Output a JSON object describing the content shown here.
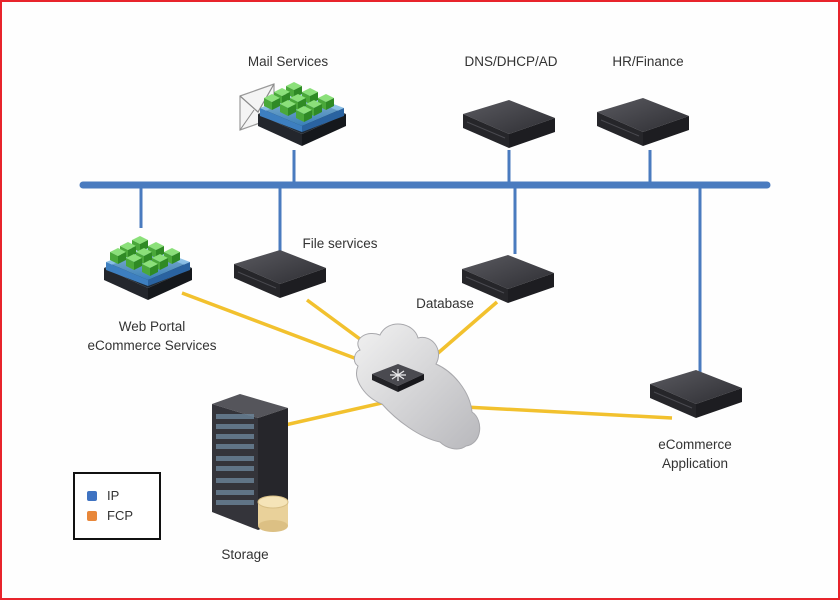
{
  "colors": {
    "frame": "#e8242c",
    "ip_link": "#4a7bbf",
    "fcp_link": "#f2c12e",
    "server": "#3a3a3e",
    "legend_ip": "#3f73c2",
    "legend_fcp": "#e8873a"
  },
  "nodes": {
    "mail": {
      "label": "Mail Services",
      "icon": "virtualized-mail-server-icon"
    },
    "dns": {
      "label": "DNS/DHCP/AD",
      "icon": "server-icon"
    },
    "hr": {
      "label": "HR/Finance",
      "icon": "server-icon"
    },
    "web": {
      "label_line1": "Web Portal",
      "label_line2": "eCommerce Services",
      "icon": "virtualized-server-icon"
    },
    "file": {
      "label": "File services",
      "icon": "server-icon"
    },
    "database": {
      "label": "Database",
      "icon": "server-icon"
    },
    "san": {
      "label": "",
      "icon": "cloud-switch-icon"
    },
    "storage": {
      "label": "Storage",
      "icon": "storage-rack-icon"
    },
    "ecommerce": {
      "label_line1": "eCommerce",
      "label_line2": "Application",
      "icon": "server-icon"
    }
  },
  "links": {
    "ip": [
      "mail",
      "dns",
      "hr",
      "web",
      "file",
      "database",
      "ecommerce"
    ],
    "fcp": [
      [
        "web",
        "san"
      ],
      [
        "file",
        "san"
      ],
      [
        "database",
        "san"
      ],
      [
        "storage",
        "san"
      ],
      [
        "ecommerce",
        "san"
      ]
    ]
  },
  "legend": {
    "items": [
      {
        "label": "IP"
      },
      {
        "label": "FCP"
      }
    ]
  }
}
